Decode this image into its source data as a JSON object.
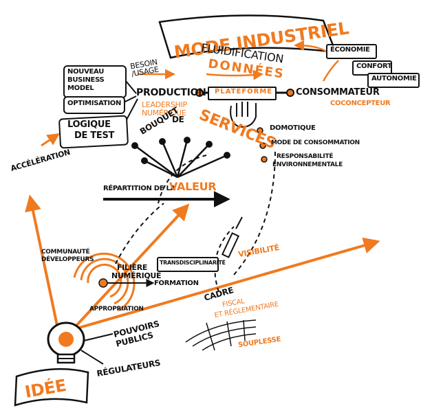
{
  "colors": {
    "ink": "#111111",
    "accent": "#f07a1f",
    "background": "#ffffff"
  },
  "title": {
    "mode_industriel": "MODE INDUSTRIEL",
    "fluidification": "FLUIDIFICATION",
    "donnees": "DONNÉES"
  },
  "top_left": {
    "besoin_usage": [
      "BESOIN",
      "/USAGE"
    ],
    "nouveau_business_model": [
      "NOUVEAU",
      "BUSINESS",
      "MODEL"
    ],
    "optimisation": "OPTIMISATION",
    "logique_de_test": [
      "LOGIQUE",
      "DE TEST"
    ],
    "production": "PRODUCTION",
    "leadership_numerique": [
      "LEADERSHIP",
      "NUMÉRIQUE"
    ]
  },
  "plateforme": "PLATEFORME",
  "consumer": {
    "consommateur": "CONSOMMATEUR",
    "coconcepteur": "COCONCEPTEUR",
    "economie": "ÉCONOMIE",
    "confort": "CONFORT",
    "autonomie": "AUTONOMIE"
  },
  "services": {
    "bouquet_de": [
      "BOUQUET",
      "DE"
    ],
    "services": "SERVICES",
    "domotique": "DOMOTIQUE",
    "mode_de_consommation": "MODE DE CONSOMMATION",
    "responsabilite": [
      "RESPONSABILITÉ",
      "ENVIRONNEMENTALE"
    ]
  },
  "acceleration": "ACCÉLÉRATION",
  "repartition": {
    "prefix": "RÉPARTITION DE LA",
    "valeur": "VALEUR"
  },
  "filiere": {
    "communaute": [
      "COMMUNAUTÉ",
      "DÉVELOPPEURS"
    ],
    "filiere_numerique": [
      "FILIÈRE",
      "NUMÉRIQUE"
    ],
    "appropriation": "APPROPRIATION",
    "transdisciplinarite": "TRANSDISCIPLINARITÉ",
    "formation": "FORMATION"
  },
  "right_bottom": {
    "visibilite": "VISIBILITÉ",
    "cadre": "CADRE",
    "fiscal_reglementaire": [
      "FISCAL",
      "ET RÉGLEMENTAIRE"
    ],
    "souplesse": "SOUPLESSE"
  },
  "bottom_left": {
    "pouvoirs_publics": [
      "POUVOIRS",
      "PUBLICS"
    ],
    "regulateurs": "RÉGULATEURS",
    "idee": "IDÉE"
  }
}
